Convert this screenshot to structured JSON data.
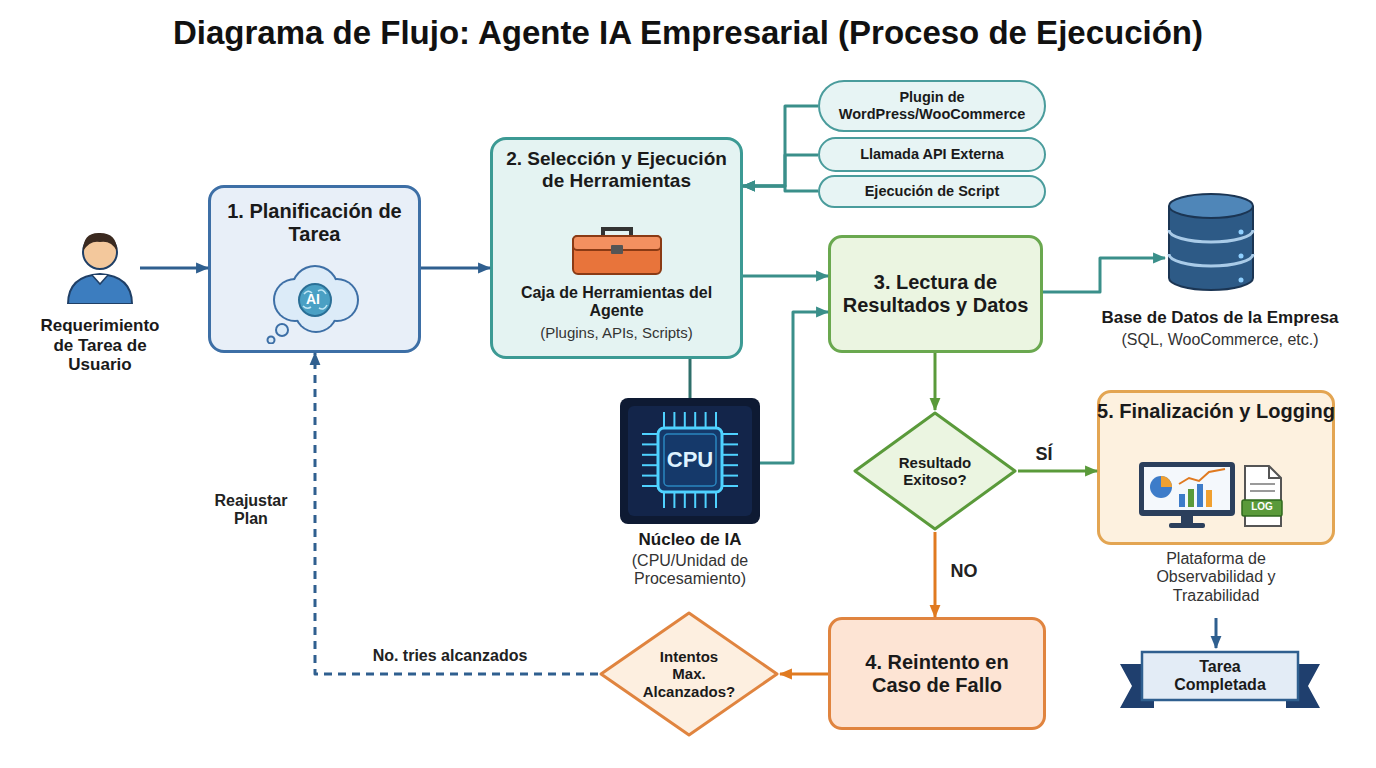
{
  "diagram": {
    "title": "Diagrama de Flujo: Agente IA Empresarial (Proceso de Ejecución)",
    "nodes": [
      {
        "text": [
          "Requerimiento de Tarea de Usuario"
        ]
      },
      {
        "text": [
          "1. Planificación de Tarea",
          "AI"
        ]
      },
      {
        "text": [
          "2. Selección y Ejecución de Herramientas",
          "Caja de Herramientas del Agente",
          "(Plugins, APIs, Scripts)"
        ]
      },
      {
        "text": [
          "Plugin de WordPress/WooCommerce"
        ]
      },
      {
        "text": [
          "Llamada API Externa"
        ]
      },
      {
        "text": [
          "Ejecución de Script"
        ]
      },
      {
        "text": [
          "3. Lectura de Resultados y Datos"
        ]
      },
      {
        "text": [
          "Base de Datos de la Empresa",
          "(SQL, WooCommerce, etc.)"
        ]
      },
      {
        "text": [
          "CPU",
          "Núcleo de IA",
          "(CPU/Unidad de Procesamiento)"
        ]
      },
      {
        "text": [
          "Resultado Exitoso?"
        ]
      },
      {
        "text": [
          "5. Finalización y Logging",
          "LOG",
          "Plataforma de Observabilidad y Trazabilidad"
        ]
      },
      {
        "text": [
          "4. Reintento en Caso de Fallo"
        ]
      },
      {
        "text": [
          "Intentos Max. Alcanzados?"
        ]
      },
      {
        "text": [
          "Tarea Completada"
        ]
      }
    ],
    "edges": [
      {
        "from": 0,
        "to": 1,
        "arrow": "to"
      },
      {
        "from": 1,
        "to": 2,
        "arrow": "to"
      },
      {
        "from": 3,
        "to": 2,
        "arrow": "to"
      },
      {
        "from": 4,
        "to": 2,
        "arrow": "to"
      },
      {
        "from": 5,
        "to": 2,
        "arrow": "to"
      },
      {
        "from": 2,
        "to": 6,
        "arrow": "to"
      },
      {
        "from": 2,
        "to": 8,
        "arrow": "none"
      },
      {
        "from": 8,
        "to": 6,
        "arrow": "to"
      },
      {
        "from": 6,
        "to": 7,
        "arrow": "to"
      },
      {
        "from": 6,
        "to": 9,
        "arrow": "to"
      },
      {
        "from": 9,
        "to": 10,
        "label": "SÍ",
        "arrow": "to"
      },
      {
        "from": 9,
        "to": 11,
        "label": "NO",
        "arrow": "to"
      },
      {
        "from": 11,
        "to": 12,
        "arrow": "to"
      },
      {
        "from": 12,
        "to": 1,
        "label": "No. tries alcanzados",
        "arrow": "to"
      },
      {
        "from": 10,
        "to": 13,
        "arrow": "to"
      }
    ],
    "labels": [
      "Reajustar Plan"
    ]
  }
}
